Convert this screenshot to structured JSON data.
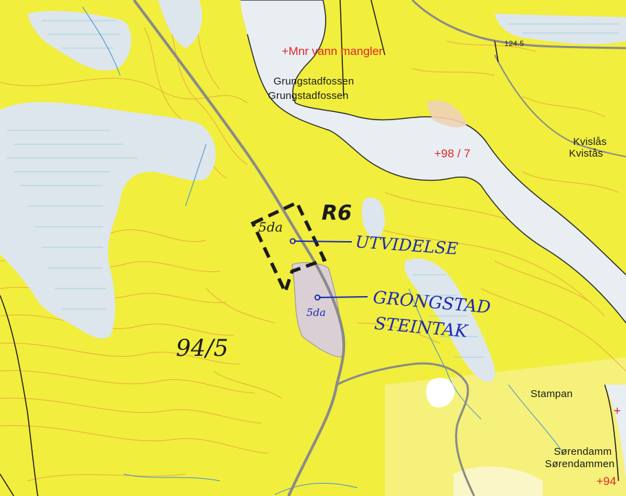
{
  "map": {
    "colors": {
      "forest": "#f1ee3e",
      "marsh": "#dde6ec",
      "water": "#e8eef2",
      "quarry": "#d9cfd4",
      "contour": "#e9a13a",
      "road": "#8a8a88",
      "blue_ink": "#1c2bb0",
      "red_text": "#e0262a",
      "black_ink": "#1b1b1b"
    },
    "place_names": {
      "grungstadfossen_1": "Grungstadfossen",
      "grungstadfossen_2": "Grungstadfossen",
      "kvistas_1": "Kvislås",
      "kvistas_2": "Kvistås",
      "stampan": "Stampan",
      "sorendammen_1": "Sørendamm",
      "sorendammen_2": "Sørendammen"
    },
    "spot_height": "124.5",
    "red_labels": {
      "missing_water": "+Mnr vann mangler",
      "parcel_98_7": "+98 / 7",
      "parcel_94_partial": "+94",
      "plus_edge": "+"
    },
    "annotations": {
      "zone_id": "R6",
      "area_expansion": "5da",
      "area_quarry": "5da",
      "label_expansion": "UTVIDELSE",
      "label_quarry_line1": "GRONGSTAD",
      "label_quarry_line2": "STEINTAK",
      "parcel_94_5": "94/5"
    }
  }
}
